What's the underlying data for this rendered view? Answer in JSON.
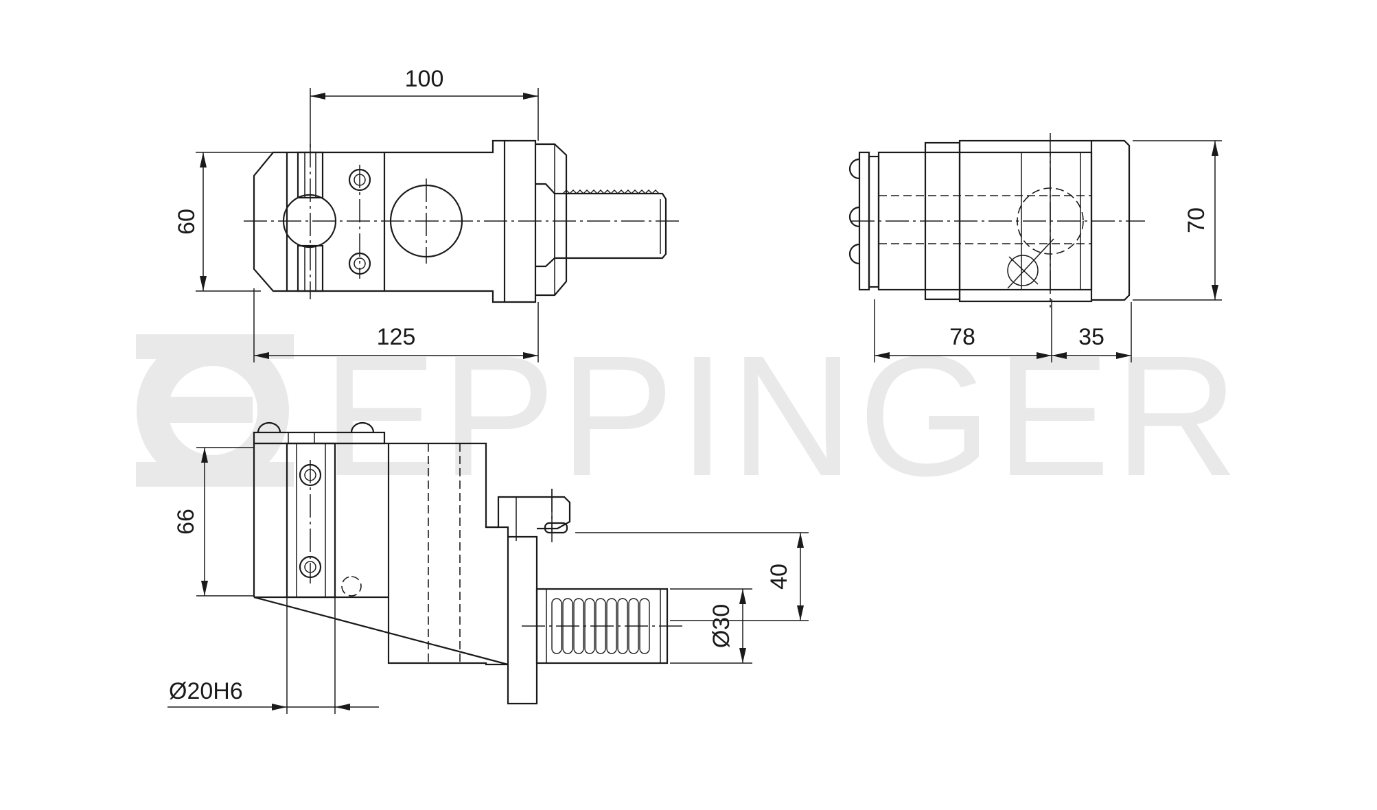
{
  "watermark": {
    "brand_text": "EPPINGER"
  },
  "dimensions": {
    "top_width_100": "100",
    "top_height_60": "60",
    "top_length_125": "125",
    "side_height_70": "70",
    "side_length_78": "78",
    "side_length_35": "35",
    "front_height_66": "66",
    "front_offset_40": "40",
    "front_diameter_30": "Ø30",
    "front_bore_20h6": "Ø20H6"
  }
}
